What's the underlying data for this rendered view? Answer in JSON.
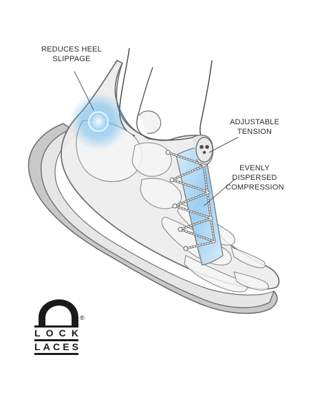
{
  "callouts": {
    "heel": {
      "line1": "REDUCES HEEL",
      "line2": "SLIPPAGE"
    },
    "tension": {
      "line1": "ADJUSTABLE",
      "line2": "TENSION"
    },
    "compression": {
      "line1": "EVENLY",
      "line2": "DISPERSED",
      "line3": "COMPRESSION"
    }
  },
  "logo": {
    "word1": [
      "L",
      "O",
      "C",
      "K"
    ],
    "word2": [
      "L",
      "A",
      "C",
      "E",
      "S"
    ],
    "registered": "®"
  },
  "colors": {
    "outline": "#6f6f6f",
    "sole": "#c8c8c8",
    "upper": "#ececec",
    "glow": "#5fb4ec",
    "lace_panel": "#a9d5f3",
    "bone": "#f4f4f4",
    "logo": "#1a1a1a"
  }
}
